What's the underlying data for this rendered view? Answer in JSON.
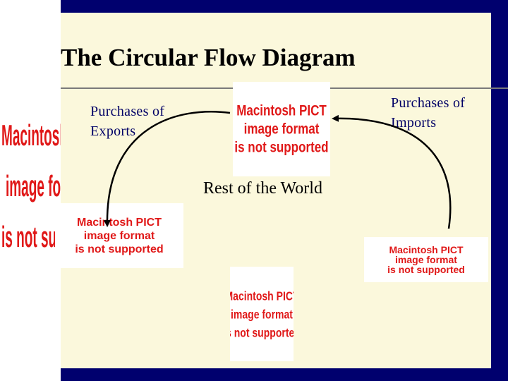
{
  "slide": {
    "title": "The Circular Flow Diagram",
    "background_color": "#fbf8dc",
    "frame_color": "#00006e",
    "label_color": "#000066"
  },
  "labels": {
    "exports": [
      "Purchases of",
      "Exports"
    ],
    "imports": [
      "Purchases of",
      "Imports"
    ],
    "world": "Rest of the World"
  },
  "placeholders": {
    "line1": "Macintosh PICT",
    "line2": "image format",
    "line3": "is not supported",
    "side_line3": "is not supported",
    "text_color": "#e01818"
  },
  "arrows": [
    {
      "from": "world",
      "to": "left-sector",
      "label": "Purchases of Exports"
    },
    {
      "from": "right-sector",
      "to": "world",
      "label": "Purchases of Imports"
    }
  ]
}
